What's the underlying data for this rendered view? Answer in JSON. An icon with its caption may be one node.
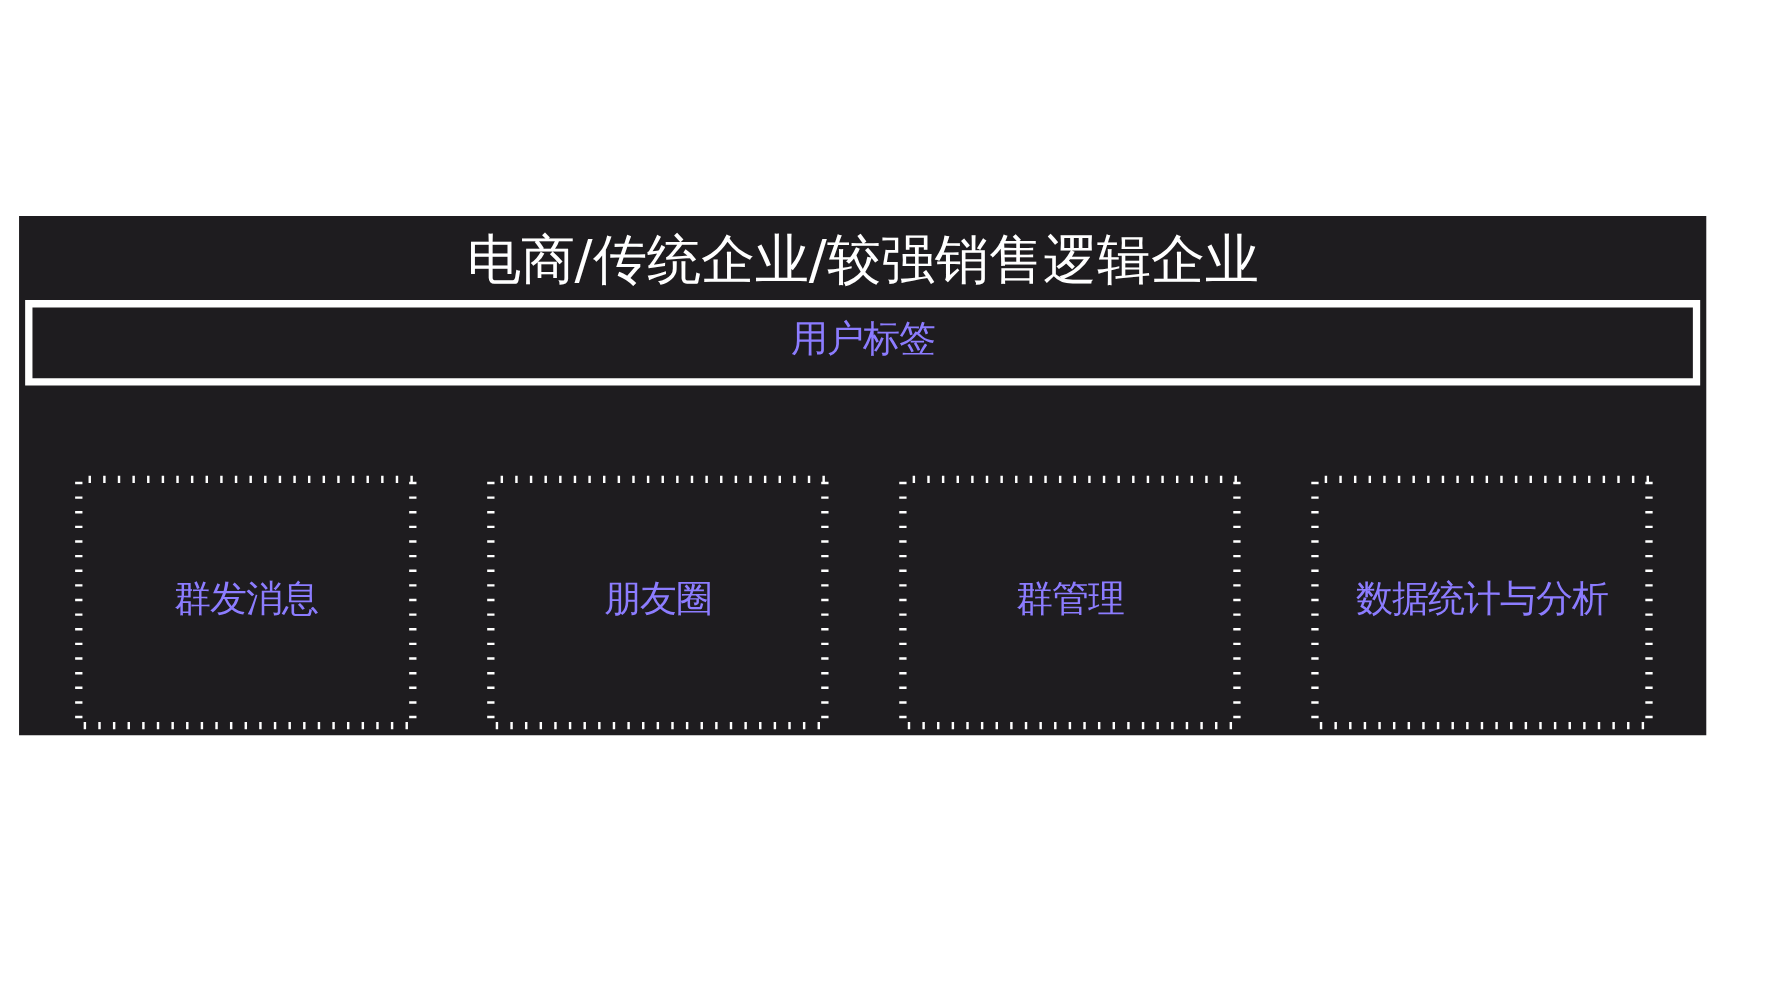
{
  "diagram": {
    "title": "电商/传统企业/较强销售逻辑企业",
    "nodes": [
      {
        "text": [
          "用户标签"
        ]
      },
      {
        "text": [
          "群发消息"
        ]
      },
      {
        "text": [
          "朋友圈"
        ]
      },
      {
        "text": [
          "群管理"
        ]
      },
      {
        "text": [
          "数据统计与分析"
        ]
      }
    ]
  }
}
